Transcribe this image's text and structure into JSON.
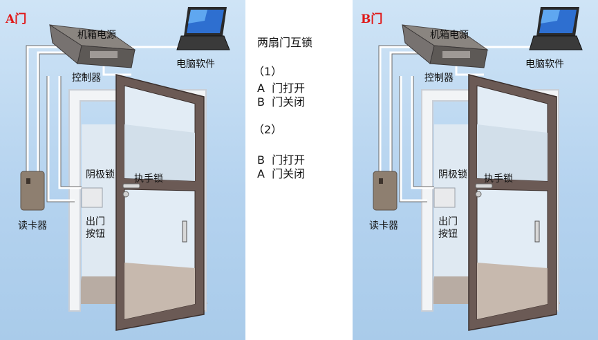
{
  "panels": [
    {
      "title": "A门",
      "labels": {
        "power": "机箱电源",
        "computer": "电脑软件",
        "controller": "控制器",
        "magnetic_lock": "阴极锁",
        "handle_lock": "执手锁",
        "card_reader": "读卡器",
        "exit_button": "出门\n按钮"
      }
    },
    {
      "title": "B门",
      "labels": {
        "power": "机箱电源",
        "computer": "电脑软件",
        "controller": "控制器",
        "magnetic_lock": "阴极锁",
        "handle_lock": "执手锁",
        "card_reader": "读卡器",
        "exit_button": "出门\n按钮"
      }
    }
  ],
  "notes": {
    "heading": "两扇门互锁",
    "case1_label": "（1）",
    "case1_line1": "A  门打开",
    "case1_line2": "B  门关闭",
    "case2_label": "（2）",
    "case2_line1": "B  门打开",
    "case2_line2": "A  门关闭"
  },
  "colors": {
    "background_panel": "#b5d3ef",
    "door_frame": "#6b5a55",
    "title_red": "#e01818",
    "wall_frame": "#f2f4f6",
    "screen_blue": "#2e6fd0"
  }
}
